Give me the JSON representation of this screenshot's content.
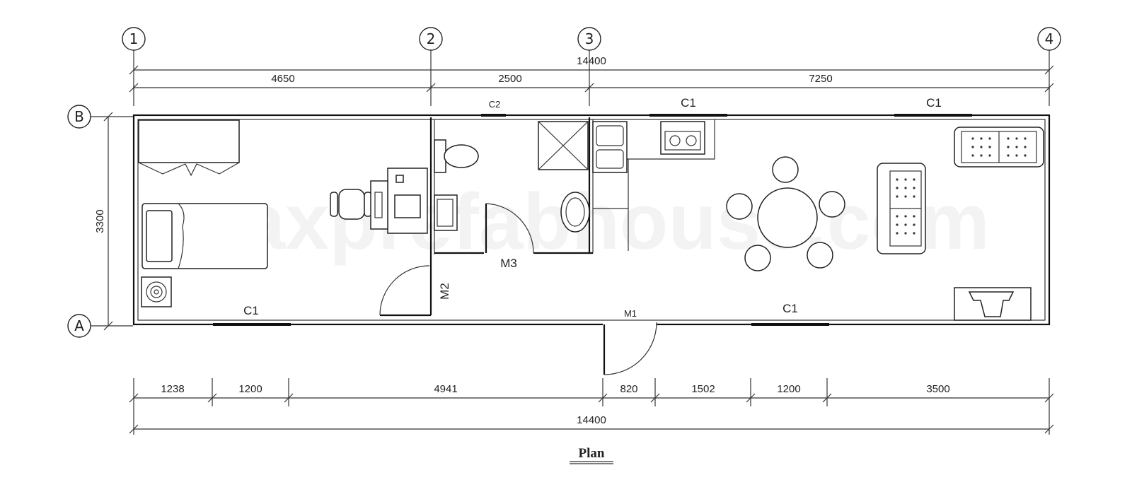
{
  "plan": {
    "title": "Plan",
    "watermark": "maxprefabhouse.com",
    "grid_axes": [
      "1",
      "2",
      "3",
      "4"
    ],
    "grid_rows": [
      "B",
      "A"
    ],
    "overall_top": "14400",
    "overall_bottom": "14400",
    "height_dim": "3300",
    "top_dims": [
      "4650",
      "2500",
      "7250"
    ],
    "bottom_dims": [
      "1238",
      "1200",
      "4941",
      "820",
      "1502",
      "1200",
      "3500"
    ],
    "windows": {
      "c2": "C2",
      "c1_kitchen": "C1",
      "c1_living": "C1",
      "c1_bed_bottom": "C1",
      "c1_living_bottom": "C1"
    },
    "doors": {
      "m1": "M1",
      "m2": "M2",
      "m3": "M3"
    }
  }
}
